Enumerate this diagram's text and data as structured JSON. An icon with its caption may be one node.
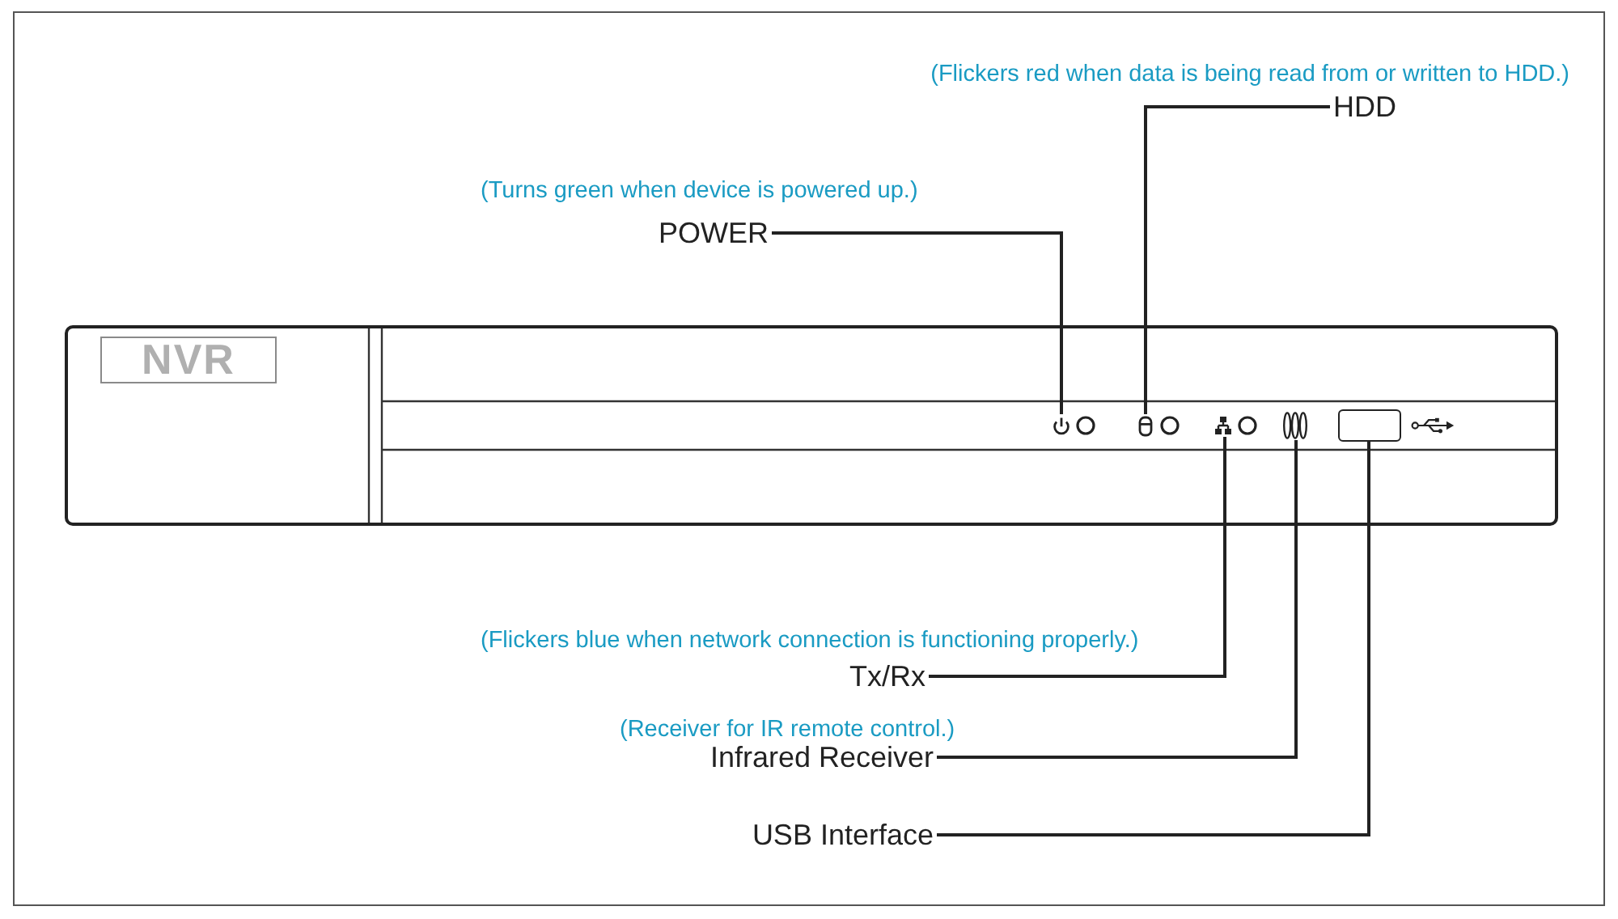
{
  "diagram": {
    "nodes": [
      {
        "text": [
          "HDD"
        ],
        "beside": [
          "(Flickers red when data is being read from or written to HDD.)"
        ]
      },
      {
        "text": [
          "POWER"
        ],
        "beside": [
          "(Turns green when device is powered up.)"
        ]
      },
      {
        "text": [],
        "shape": "box"
      },
      {
        "text": [
          "NVR"
        ],
        "in": 2
      },
      {
        "text": [],
        "shape": "circle",
        "in": 2
      },
      {
        "text": [],
        "shape": "circle",
        "in": 2
      },
      {
        "text": [],
        "shape": "circle",
        "in": 2
      },
      {
        "text": [],
        "shape": "picture",
        "in": 2
      },
      {
        "text": [],
        "shape": "box",
        "in": 2
      },
      {
        "text": [
          "Tx/Rx"
        ],
        "beside": [
          "(Flickers blue when network connection is functioning properly.)"
        ]
      },
      {
        "text": [
          "Infrared Receiver"
        ],
        "beside": [
          "(Receiver for IR remote control.)"
        ]
      },
      {
        "text": [
          "USB Interface"
        ]
      }
    ],
    "edges": [
      {
        "from": 0,
        "to": 5,
        "arrow": "none"
      },
      {
        "from": 1,
        "to": 4,
        "arrow": "none"
      },
      {
        "from": 9,
        "to": 6,
        "arrow": "none"
      },
      {
        "from": 10,
        "to": 7,
        "arrow": "none"
      },
      {
        "from": 11,
        "to": 8,
        "arrow": "none"
      }
    ]
  }
}
